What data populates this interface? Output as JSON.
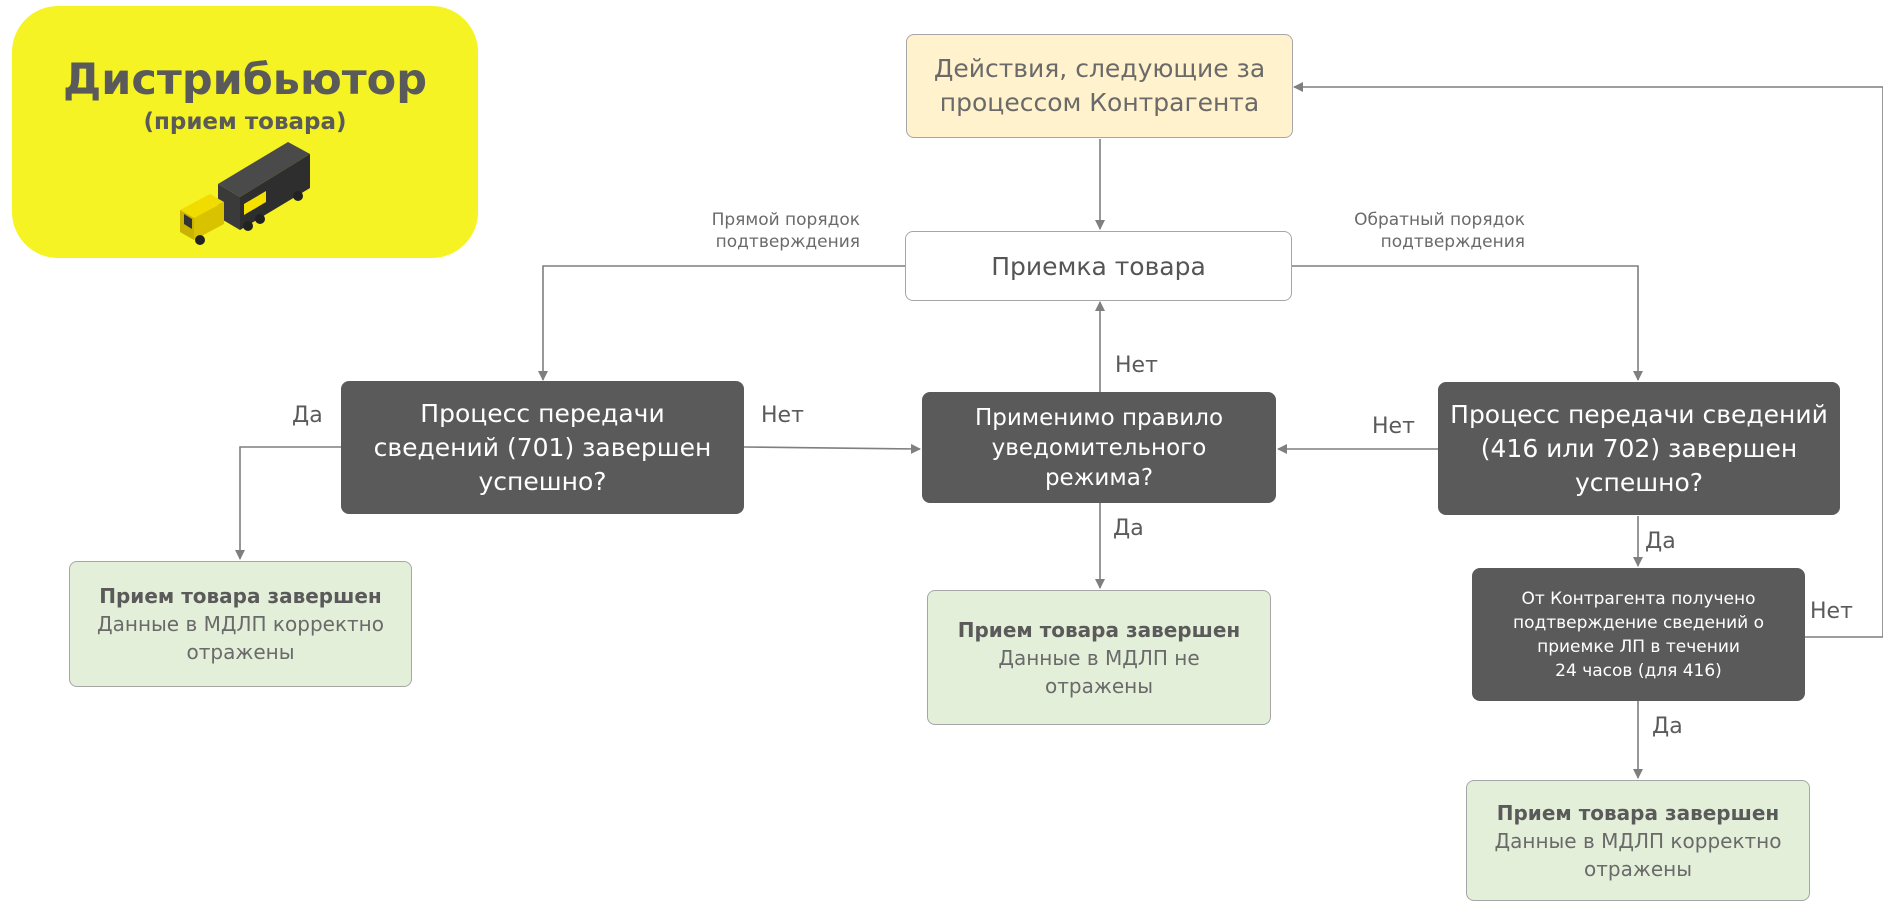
{
  "badge": {
    "title": "Дистрибьютор",
    "subtitle": "(прием товара)"
  },
  "nodes": {
    "start": [
      "Действия, следующие за",
      "процессом Контрагента"
    ],
    "receive": "Приемка товара",
    "check701": [
      "Процесс передачи",
      "сведений (701) завершен",
      "успешно?"
    ],
    "rule": [
      "Применимо правило",
      "уведомительного",
      "режима?"
    ],
    "check416": [
      "Процесс передачи сведений",
      "(416 или 702) завершен",
      "успешно?"
    ],
    "confirm24": [
      "От Контрагента получено",
      "подтверждение сведений о",
      "приемке ЛП в течении",
      "24 часов (для 416)"
    ],
    "done_left": {
      "title": "Прием товара завершен",
      "lines": [
        "Данные в МДЛП корректно",
        "отражены"
      ]
    },
    "done_mid": {
      "title": "Прием товара завершен",
      "lines": [
        "Данные в МДЛП не",
        "отражены"
      ]
    },
    "done_right": {
      "title": "Прием товара завершен",
      "lines": [
        "Данные в МДЛП корректно",
        "отражены"
      ]
    }
  },
  "edge_labels": {
    "direct_order": [
      "Прямой порядок",
      "подтверждения"
    ],
    "reverse_order": [
      "Обратный порядок",
      "подтверждения"
    ],
    "yes_701": "Да",
    "no_701": "Нет",
    "no_rule": "Нет",
    "yes_rule": "Да",
    "no_416": "Нет",
    "yes_416": "Да",
    "yes_24": "Да",
    "no_24": "Нет"
  },
  "colors": {
    "badge": "#f5f324",
    "start_fill": "#fff2cc",
    "decision_fill": "#5a5a5a",
    "result_fill": "#e3efd9",
    "connector": "#7f7f7f"
  },
  "icons": {
    "truck": "truck-icon"
  }
}
